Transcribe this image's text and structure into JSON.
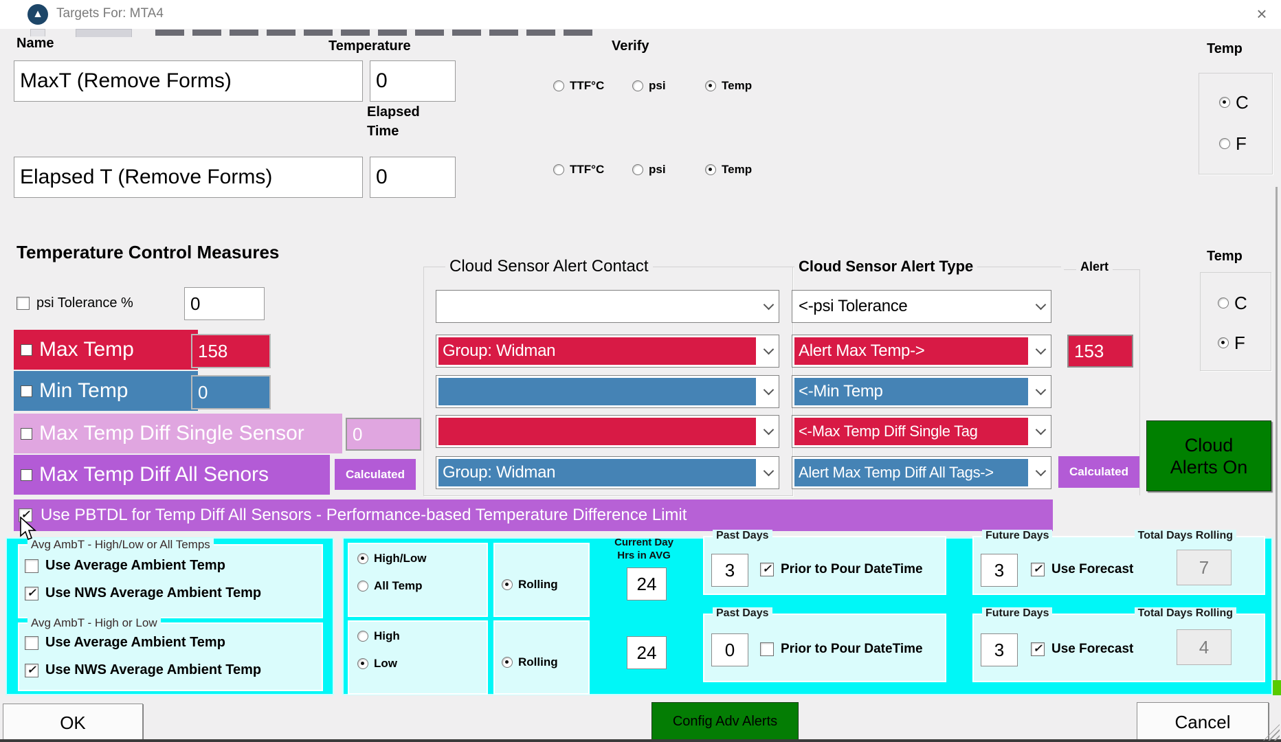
{
  "colors": {
    "red": "#d81a45",
    "blue": "#4583b5",
    "plum": "#e0a6e0",
    "purple": "#b35bd6",
    "banner_purple": "#b761d6",
    "cyan": "#00f7f7",
    "pale_cyan": "#dafcfc",
    "green": "#008000",
    "dialog_bg": "#f0eff0"
  },
  "titlebar": {
    "title": "Targets For: MTA4",
    "close_glyph": "×",
    "icon_glyph": "▲"
  },
  "top": {
    "name_header": "Name",
    "temperature_header": "Temperature",
    "verify_header": "Verify",
    "elapsed_line1": "Elapsed",
    "elapsed_line2": "Time",
    "rows": [
      {
        "name": "MaxT (Remove Forms)",
        "temperature": "0",
        "verify": [
          {
            "label": "TTF°C",
            "on": false
          },
          {
            "label": "psi",
            "on": false
          },
          {
            "label": "Temp",
            "on": true
          }
        ]
      },
      {
        "name": "Elapsed T (Remove Forms)",
        "temperature": "0",
        "verify": [
          {
            "label": "TTF°C",
            "on": false
          },
          {
            "label": "psi",
            "on": false
          },
          {
            "label": "Temp",
            "on": true
          }
        ]
      }
    ],
    "temp_unit_header": "Temp",
    "temp_units": [
      {
        "label": "C",
        "on": true
      },
      {
        "label": "F",
        "on": false
      }
    ]
  },
  "tcm": {
    "heading": "Temperature Control Measures",
    "psi_tolerance": {
      "label": "psi Tolerance %",
      "on": false,
      "value": "0"
    },
    "rows": [
      {
        "label": "Max Temp",
        "on": false,
        "value": "158"
      },
      {
        "label": "Min Temp",
        "on": false,
        "value": "0"
      },
      {
        "label": "Max Temp Diff Single Sensor",
        "on": false,
        "value": "0"
      },
      {
        "label": "Max Temp Diff All Senors",
        "on": false,
        "value": "Calculated"
      }
    ]
  },
  "cloud": {
    "contact_legend": "Cloud Sensor Alert Contact",
    "type_legend": "Cloud Sensor Alert Type",
    "alert_legend": "Alert",
    "rows": [
      {
        "contact": "",
        "type": "<-psi Tolerance",
        "alert": ""
      },
      {
        "contact": "Group: Widman",
        "type": "Alert Max Temp->",
        "alert": "153"
      },
      {
        "contact": "",
        "type": "<-Min Temp",
        "alert": ""
      },
      {
        "contact": "",
        "type": "<-Max Temp Diff Single Tag",
        "alert": ""
      },
      {
        "contact": "Group: Widman",
        "type": "Alert Max Temp Diff All Tags->",
        "alert": "Calculated"
      }
    ],
    "temp_unit_header": "Temp",
    "temp_units": [
      {
        "label": "C",
        "on": false
      },
      {
        "label": "F",
        "on": true
      }
    ],
    "alerts_button_line1": "Cloud",
    "alerts_button_line2": "Alerts On"
  },
  "pbtdl": {
    "on": true,
    "label": "Use PBTDL for Temp Diff All Sensors - Performance-based Temperature Difference Limit"
  },
  "ambient_groups": [
    {
      "legend": "Avg AmbT - High/Low or All Temps",
      "options": [
        {
          "label": "Use Average Ambient Temp",
          "on": false
        },
        {
          "label": "Use NWS Average Ambient Temp",
          "on": true
        }
      ]
    },
    {
      "legend": "Avg AmbT - High or Low",
      "options": [
        {
          "label": "Use Average Ambient Temp",
          "on": false
        },
        {
          "label": "Use NWS Average Ambient Temp",
          "on": true
        }
      ]
    }
  ],
  "current_day_line1": "Current Day",
  "current_day_line2": "Hrs in AVG",
  "avg_rows": [
    {
      "modes": [
        {
          "label": "High/Low",
          "on": true
        },
        {
          "label": "All Temp",
          "on": false
        }
      ],
      "rolling": {
        "label": "Rolling",
        "on": true
      },
      "hrs_in_avg": "24",
      "past": {
        "legend": "Past Days",
        "value": "3",
        "prior": {
          "label": "Prior to Pour DateTime",
          "on": true
        }
      },
      "future": {
        "legend": "Future Days",
        "value": "3",
        "forecast": {
          "label": "Use Forecast",
          "on": true
        },
        "total_legend": "Total Days Rolling",
        "total": "7"
      }
    },
    {
      "modes": [
        {
          "label": "High",
          "on": false
        },
        {
          "label": "Low",
          "on": true
        }
      ],
      "rolling": {
        "label": "Rolling",
        "on": true
      },
      "hrs_in_avg": "24",
      "past": {
        "legend": "Past Days",
        "value": "0",
        "prior": {
          "label": "Prior to Pour DateTime",
          "on": false
        }
      },
      "future": {
        "legend": "Future Days",
        "value": "3",
        "forecast": {
          "label": "Use Forecast",
          "on": true
        },
        "total_legend": "Total Days Rolling",
        "total": "4"
      }
    }
  ],
  "footer": {
    "ok": "OK",
    "config": "Config Adv Alerts",
    "cancel": "Cancel"
  }
}
